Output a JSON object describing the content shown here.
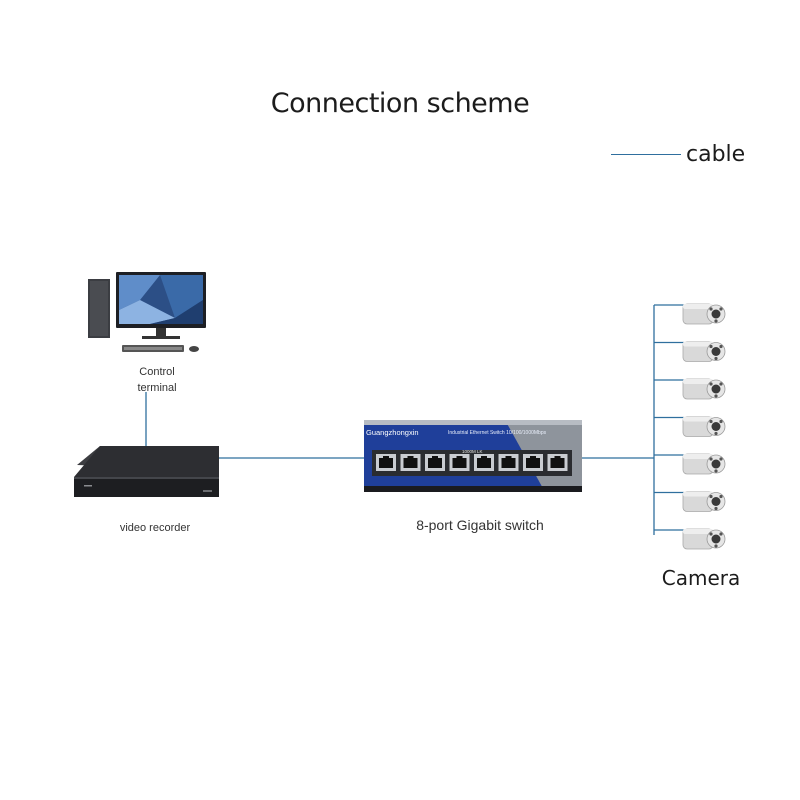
{
  "title": "Connection scheme",
  "legend": {
    "line_label": "cable",
    "line_color": "#2f6f9e"
  },
  "devices": {
    "control_terminal": "Control\nterminal",
    "video_recorder": "video recorder",
    "switch": {
      "label": "8-port Gigabit switch",
      "brand": "Guangzhongxin",
      "model_text": "Industrial Ethernet Switch 10/100/1000Mbps",
      "speed_text": "1000M LK",
      "port_count": 8,
      "body_color": "#1f3f9a"
    },
    "camera": {
      "label": "Camera",
      "count": 7
    }
  }
}
